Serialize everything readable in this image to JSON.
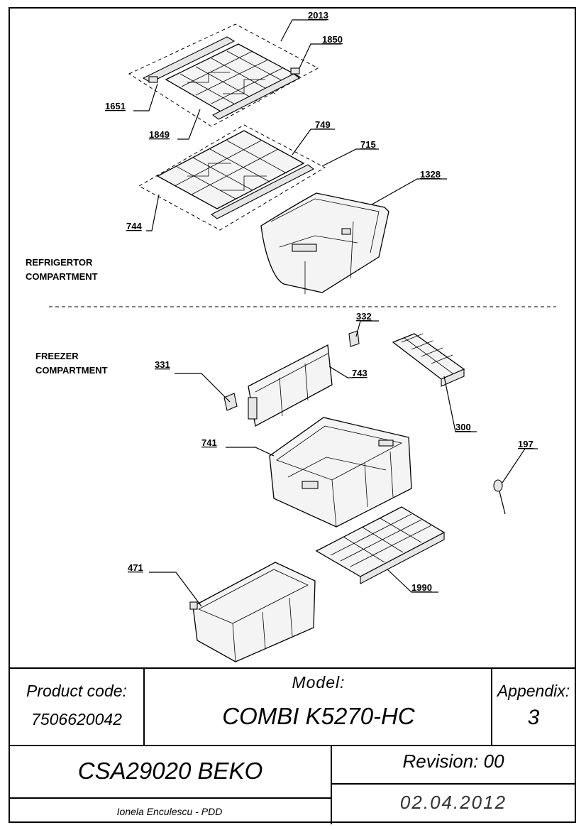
{
  "compartments": {
    "refrigerator_line1": "REFRIGERTOR",
    "refrigerator_line2": "COMPARTMENT",
    "freezer_line1": "FREEZER",
    "freezer_line2": "COMPARTMENT"
  },
  "callouts": {
    "c2013": "2013",
    "c1850": "1850",
    "c1651": "1651",
    "c1849": "1849",
    "c749": "749",
    "c715": "715",
    "c1328": "1328",
    "c744": "744",
    "c332": "332",
    "c331": "331",
    "c743": "743",
    "c300": "300",
    "c741": "741",
    "c197": "197",
    "c471": "471",
    "c1990": "1990"
  },
  "title_block": {
    "product_code_label": "Product code:",
    "product_code_value": "7506620042",
    "model_label": "Model:",
    "model_value": "COMBI K5270-HC",
    "appendix_label": "Appendix:",
    "appendix_value": "3",
    "document_code": "CSA29020 BEKO",
    "revision": "Revision: 00",
    "author": "Ionela Enculescu - PDD",
    "date": "02.04.2012"
  }
}
